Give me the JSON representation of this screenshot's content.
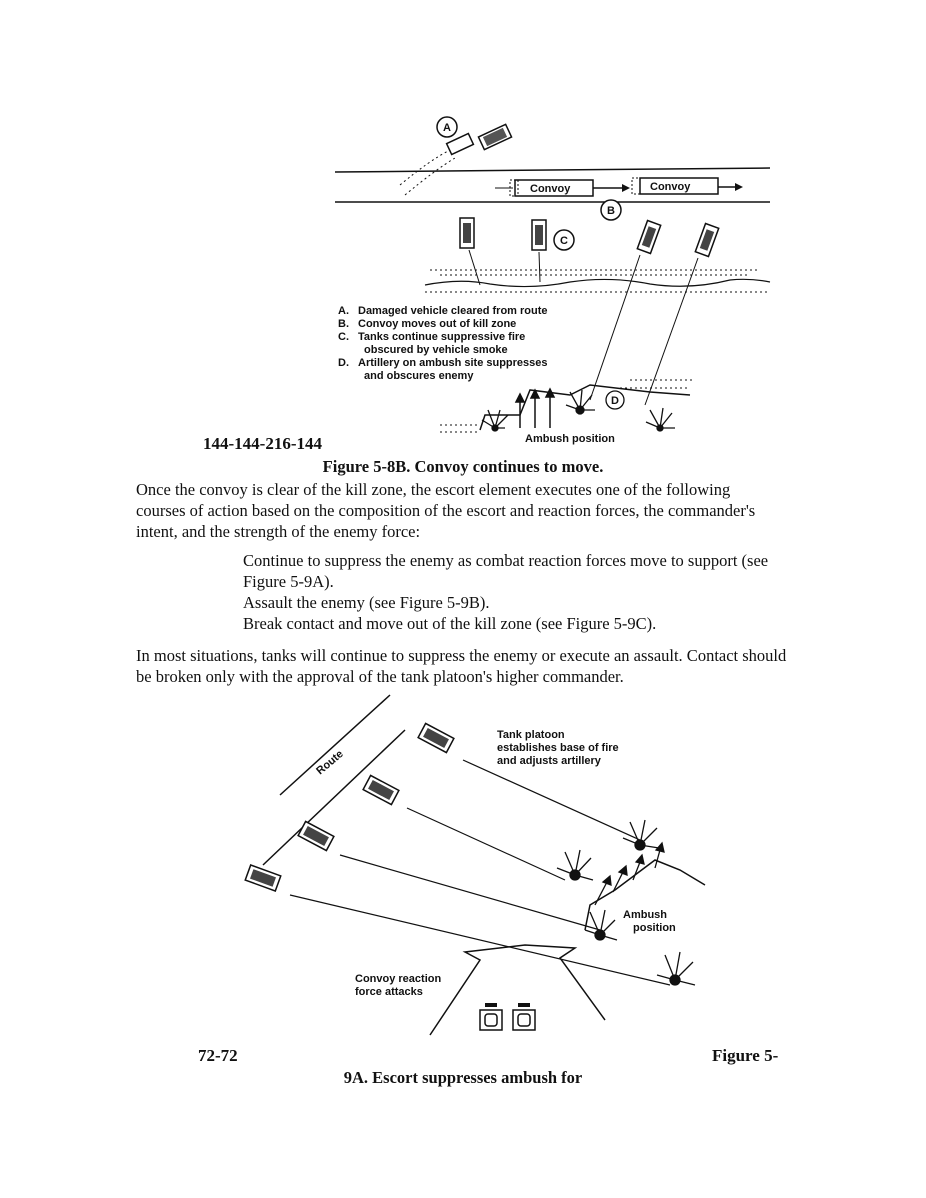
{
  "figure_a": {
    "labels": {
      "a": "A",
      "b": "B",
      "c": "C",
      "d": "D",
      "convoy_left": "Convoy",
      "convoy_right": "Convoy",
      "ambush": "Ambush position"
    },
    "legend": [
      {
        "key": "A.",
        "text": "Damaged vehicle cleared from route"
      },
      {
        "key": "B.",
        "text": "Convoy moves out of kill zone"
      },
      {
        "key": "C.",
        "text": "Tanks continue suppressive fire"
      },
      {
        "key": "",
        "text": "obscured by vehicle smoke"
      },
      {
        "key": "D.",
        "text": "Artillery on ambush site suppresses"
      },
      {
        "key": "",
        "text": "and obscures enemy"
      }
    ]
  },
  "figure_a_code": "144-144-216-144",
  "figure_a_caption": "Figure 5-8B. Convoy continues to move.",
  "intro_paragraph": "Once the convoy is clear of the kill zone, the escort element executes one of the following courses of action based on the composition of the escort and reaction forces, the commander's intent, and the strength of the enemy force:",
  "options": [
    "Continue to suppress the enemy as combat reaction forces move to support (see Figure 5-9A).",
    "Assault the enemy (see Figure 5-9B).",
    "Break contact and move out of the kill zone (see Figure 5-9C)."
  ],
  "closing_paragraph": "In most situations, tanks will continue to suppress the enemy or execute an assault. Contact should be broken only with the approval of the tank platoon's higher commander.",
  "figure_b": {
    "route_label": "Route",
    "platoon_label": [
      "Tank platoon",
      "establishes base of fire",
      "and adjusts artillery"
    ],
    "ambush_label": [
      "Ambush",
      "position"
    ],
    "reaction_label": [
      "Convoy reaction",
      "force attacks"
    ]
  },
  "figure_b_code": "72-72",
  "figure_b_caption_part1": "Figure 5-",
  "figure_b_caption_part2": "9A. Escort suppresses ambush for"
}
